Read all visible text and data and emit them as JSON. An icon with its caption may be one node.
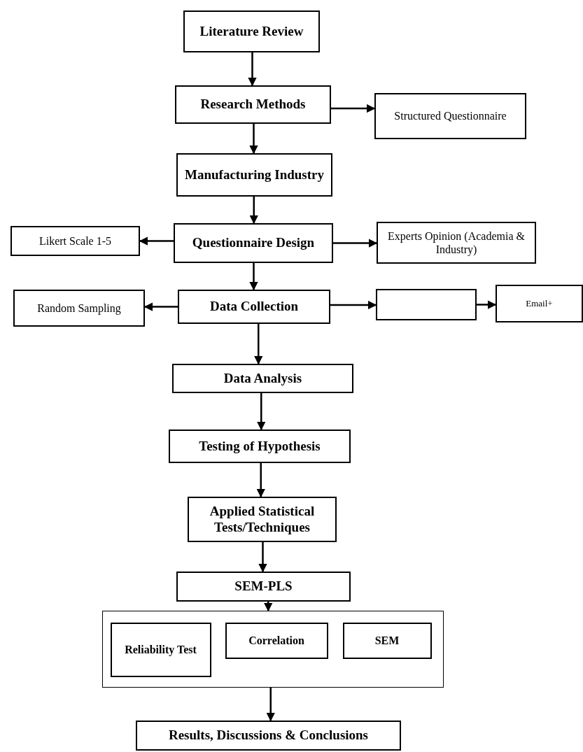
{
  "diagram": {
    "nodes": [
      {
        "text": [
          "Literature Review"
        ]
      },
      {
        "text": [
          "Research Methods"
        ]
      },
      {
        "text": [
          "Structured Questionnaire"
        ]
      },
      {
        "text": [
          "Manufacturing Industry"
        ]
      },
      {
        "text": [
          "Likert Scale 1-5"
        ]
      },
      {
        "text": [
          "Questionnaire Design"
        ]
      },
      {
        "text": [
          "Experts Opinion (Academia & Industry)"
        ]
      },
      {
        "text": [
          "Random Sampling"
        ]
      },
      {
        "text": [
          "Data Collection"
        ]
      },
      {
        "text": [],
        "shape": "box"
      },
      {
        "text": [
          "Email+"
        ]
      },
      {
        "text": [
          "Data Analysis"
        ]
      },
      {
        "text": [
          "Testing of Hypothesis"
        ]
      },
      {
        "text": [
          "Applied Statistical Tests/Techniques"
        ]
      },
      {
        "text": [
          "SEM-PLS"
        ]
      },
      {
        "text": [],
        "shape": "box"
      },
      {
        "text": [
          "Reliability Test"
        ],
        "in": 15
      },
      {
        "text": [
          "Correlation"
        ],
        "in": 15
      },
      {
        "text": [
          "SEM"
        ],
        "in": 15
      },
      {
        "text": [
          "Results, Discussions & Conclusions"
        ]
      }
    ],
    "edges": [
      {
        "from": 0,
        "to": 1,
        "arrow": "to"
      },
      {
        "from": 1,
        "to": 2,
        "arrow": "to"
      },
      {
        "from": 1,
        "to": 3,
        "arrow": "to"
      },
      {
        "from": 3,
        "to": 5,
        "arrow": "to"
      },
      {
        "from": 5,
        "to": 4,
        "arrow": "to"
      },
      {
        "from": 5,
        "to": 6,
        "arrow": "to"
      },
      {
        "from": 5,
        "to": 8,
        "arrow": "to"
      },
      {
        "from": 8,
        "to": 7,
        "arrow": "to"
      },
      {
        "from": 8,
        "to": 9,
        "arrow": "to"
      },
      {
        "from": 9,
        "to": 10,
        "arrow": "to"
      },
      {
        "from": 8,
        "to": 11,
        "arrow": "to"
      },
      {
        "from": 11,
        "to": 12,
        "arrow": "to"
      },
      {
        "from": 12,
        "to": 13,
        "arrow": "to"
      },
      {
        "from": 13,
        "to": 14,
        "arrow": "to"
      },
      {
        "from": 14,
        "to": 15,
        "arrow": "to"
      },
      {
        "from": 15,
        "to": 19,
        "arrow": "to"
      }
    ]
  }
}
